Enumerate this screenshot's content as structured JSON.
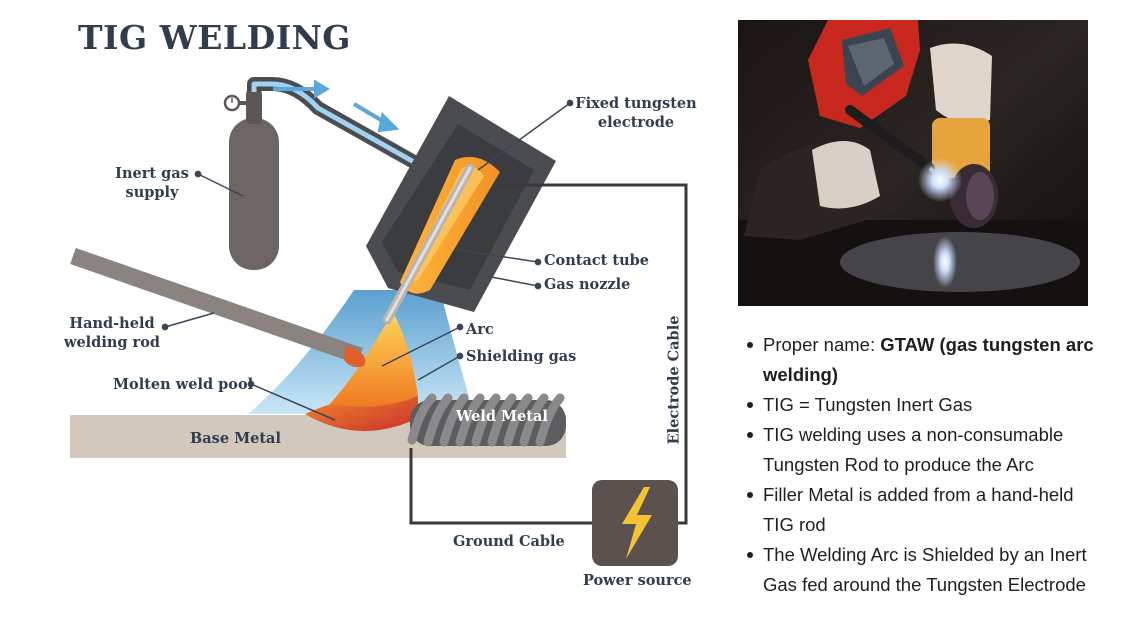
{
  "title": "TIG WELDING",
  "labels": {
    "inert_gas_supply": "Inert gas\nsupply",
    "fixed_tungsten_electrode": "Fixed tungsten\nelectrode",
    "contact_tube": "Contact tube",
    "gas_nozzle": "Gas nozzle",
    "hand_held_welding_rod": "Hand-held\nwelding rod",
    "arc": "Arc",
    "shielding_gas": "Shielding gas",
    "molten_weld_pool": "Molten weld pool",
    "weld_metal": "Weld Metal",
    "base_metal": "Base Metal",
    "electrode_cable": "Electrode Cable",
    "ground_cable": "Ground Cable",
    "power_source": "Power source"
  },
  "notes": [
    {
      "text": "Proper name: ",
      "bold": "GTAW (gas tungsten arc welding)"
    },
    {
      "text": "TIG = Tungsten Inert Gas"
    },
    {
      "text": "TIG welding uses a non-consumable Tungsten Rod to produce the Arc"
    },
    {
      "text": "Filler Metal is added from a hand-held TIG rod"
    },
    {
      "text": "The Welding Arc is Shielded by an Inert Gas fed around the Tungsten Electrode"
    }
  ],
  "colors": {
    "label_text": "#2f3d4f",
    "torch_body": "#4a4c50",
    "gas_blue": "#6fb7e0",
    "arc_orange": "#f0902a",
    "weld_pool_red": "#d8432a",
    "base_metal": "#d2c8bc",
    "cylinder": "#6c6563",
    "power_bolt": "#f4c430"
  },
  "icons": {
    "power": "lightning-bolt-icon",
    "gauge": "pressure-gauge-icon"
  }
}
